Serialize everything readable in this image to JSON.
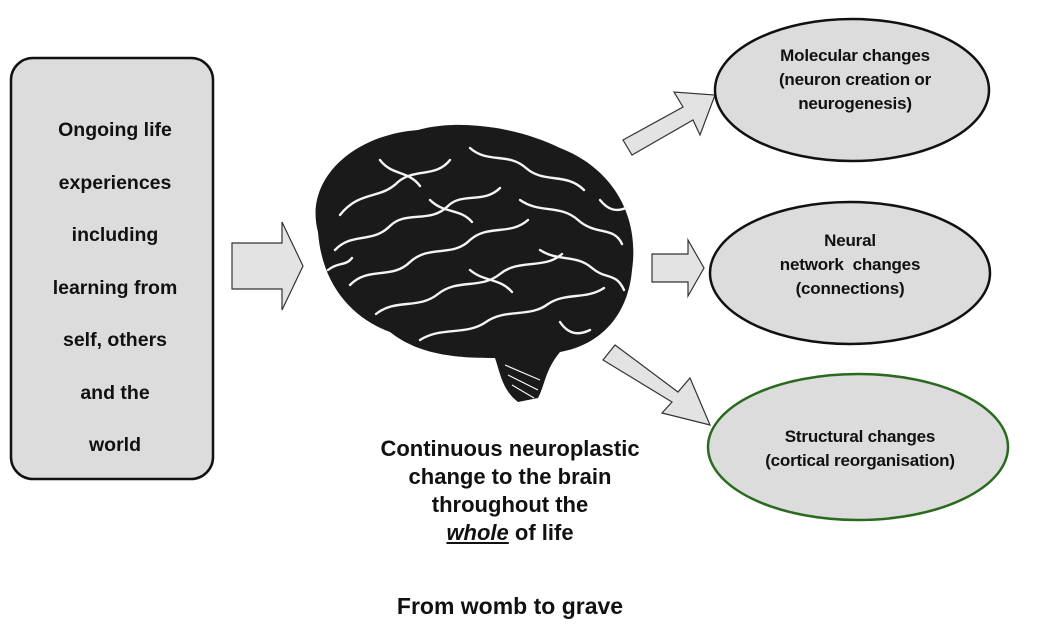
{
  "input_box": {
    "lines": [
      "Ongoing life",
      "experiences",
      "including",
      "learning from",
      "self, others",
      "and the",
      "world"
    ]
  },
  "outcomes": [
    {
      "lines": [
        "Molecular changes",
        "(neuron creation or",
        "neurogenesis)"
      ]
    },
    {
      "lines": [
        "Neural",
        "network  changes",
        "(connections)"
      ]
    },
    {
      "lines": [
        "Structural changes",
        "(cortical reorganisation)"
      ]
    }
  ],
  "caption": {
    "line1": "Continuous neuroplastic",
    "line2": "change to the brain",
    "line3": "throughout the",
    "line4_emphasis": "whole",
    "line4_rest": " of life"
  },
  "footer": "From womb to grave",
  "colors": {
    "box_fill": "#dcdcdc",
    "outline": "#111111",
    "highlight_outline": "#2a6a1e",
    "arrow_fill": "#e3e3e3",
    "brain": "#1a1a1a"
  }
}
